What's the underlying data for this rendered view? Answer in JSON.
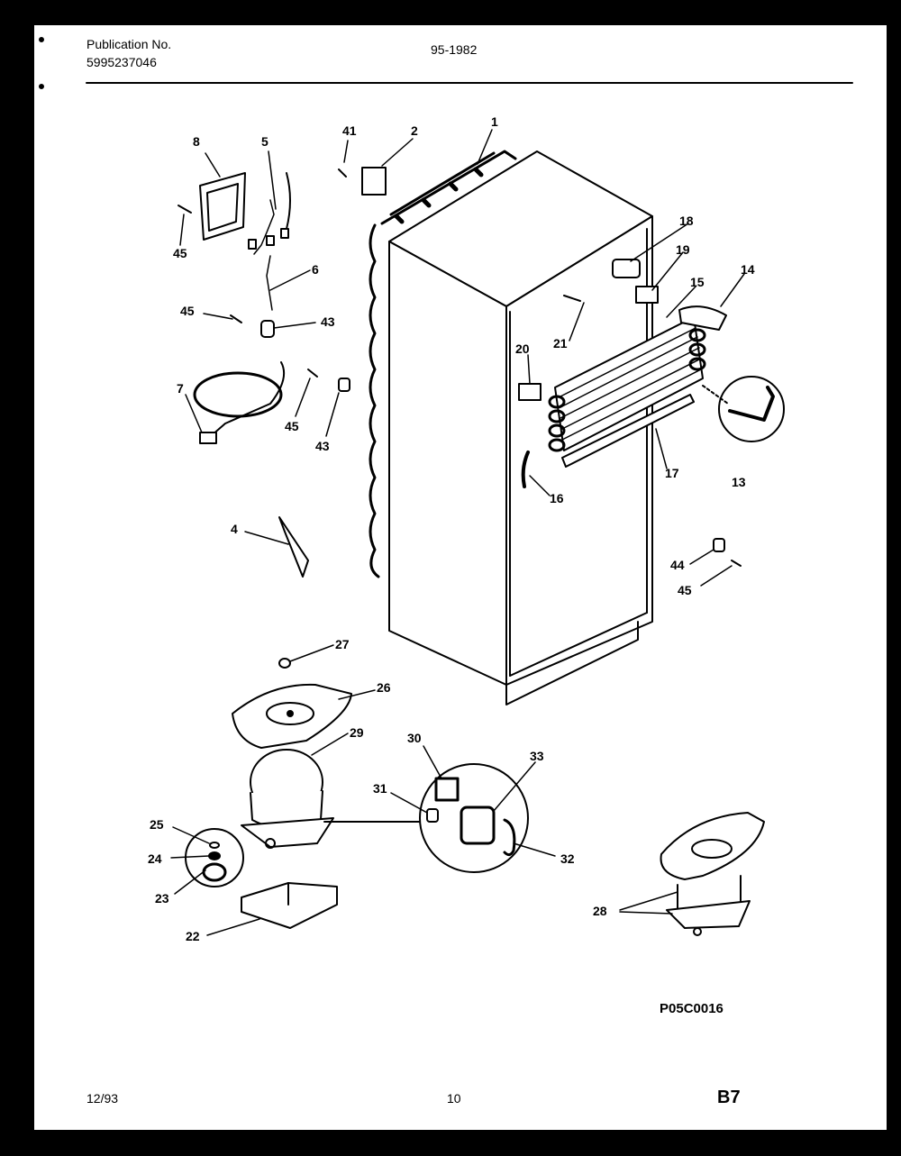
{
  "header": {
    "publication_label": "Publication No.",
    "publication_number": "5995237046",
    "model": "95-1982"
  },
  "footer": {
    "date": "12/93",
    "page": "10",
    "section": "B7"
  },
  "figure_code": "P05C0016",
  "callouts": {
    "c1": "1",
    "c2": "2",
    "c4": "4",
    "c5": "5",
    "c6": "6",
    "c7": "7",
    "c8": "8",
    "c13": "13",
    "c14": "14",
    "c15": "15",
    "c16": "16",
    "c17": "17",
    "c18": "18",
    "c19": "19",
    "c20": "20",
    "c21": "21",
    "c22": "22",
    "c23": "23",
    "c24": "24",
    "c25": "25",
    "c26": "26",
    "c27": "27",
    "c28": "28",
    "c29": "29",
    "c30": "30",
    "c31": "31",
    "c32": "32",
    "c33": "33",
    "c41": "41",
    "c43a": "43",
    "c43b": "43",
    "c44": "44",
    "c45a": "45",
    "c45b": "45",
    "c45c": "45",
    "c45d": "45"
  }
}
